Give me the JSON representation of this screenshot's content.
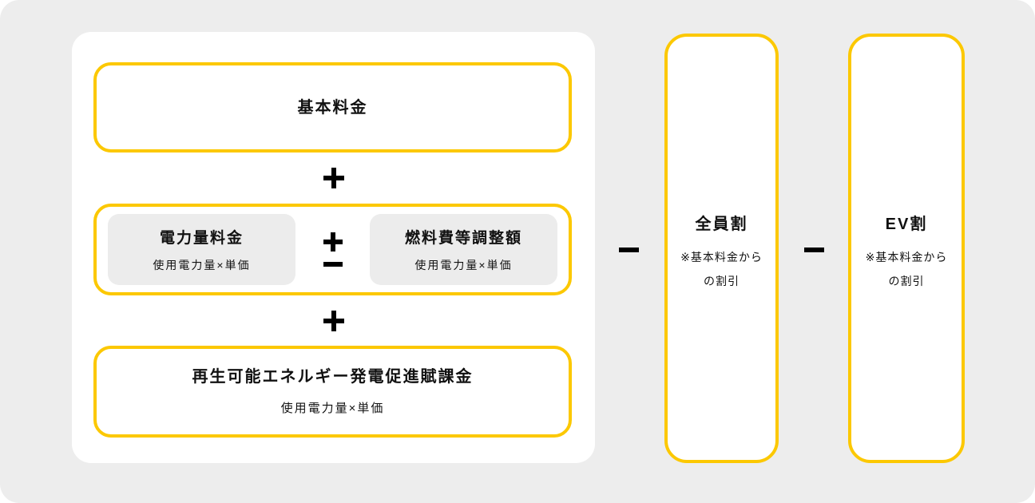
{
  "colors": {
    "accent_yellow": "#FCC800",
    "canvas_background": "#EDEDED",
    "inner_chip_gray": "#ECECEC",
    "text": "#111111"
  },
  "formula": {
    "basic_fee": {
      "label": "基本料金"
    },
    "operators": {
      "plus": "＋",
      "plus_minus_top": "＋",
      "plus_minus_bottom": "−",
      "minus": "−"
    },
    "usage_group": {
      "energy_charge": {
        "label": "電力量料金",
        "formula": "使用電力量×単価"
      },
      "fuel_adjustment": {
        "label": "燃料費等調整額",
        "formula": "使用電力量×単価"
      }
    },
    "renewable_levy": {
      "label": "再生可能エネルギー発電促進賦課金",
      "formula": "使用電力量×単価"
    }
  },
  "discounts": {
    "zenin": {
      "label": "全員割",
      "note_line1": "※基本料金から",
      "note_line2": "の割引"
    },
    "ev": {
      "label": "EV割",
      "note_line1": "※基本料金から",
      "note_line2": "の割引"
    }
  }
}
